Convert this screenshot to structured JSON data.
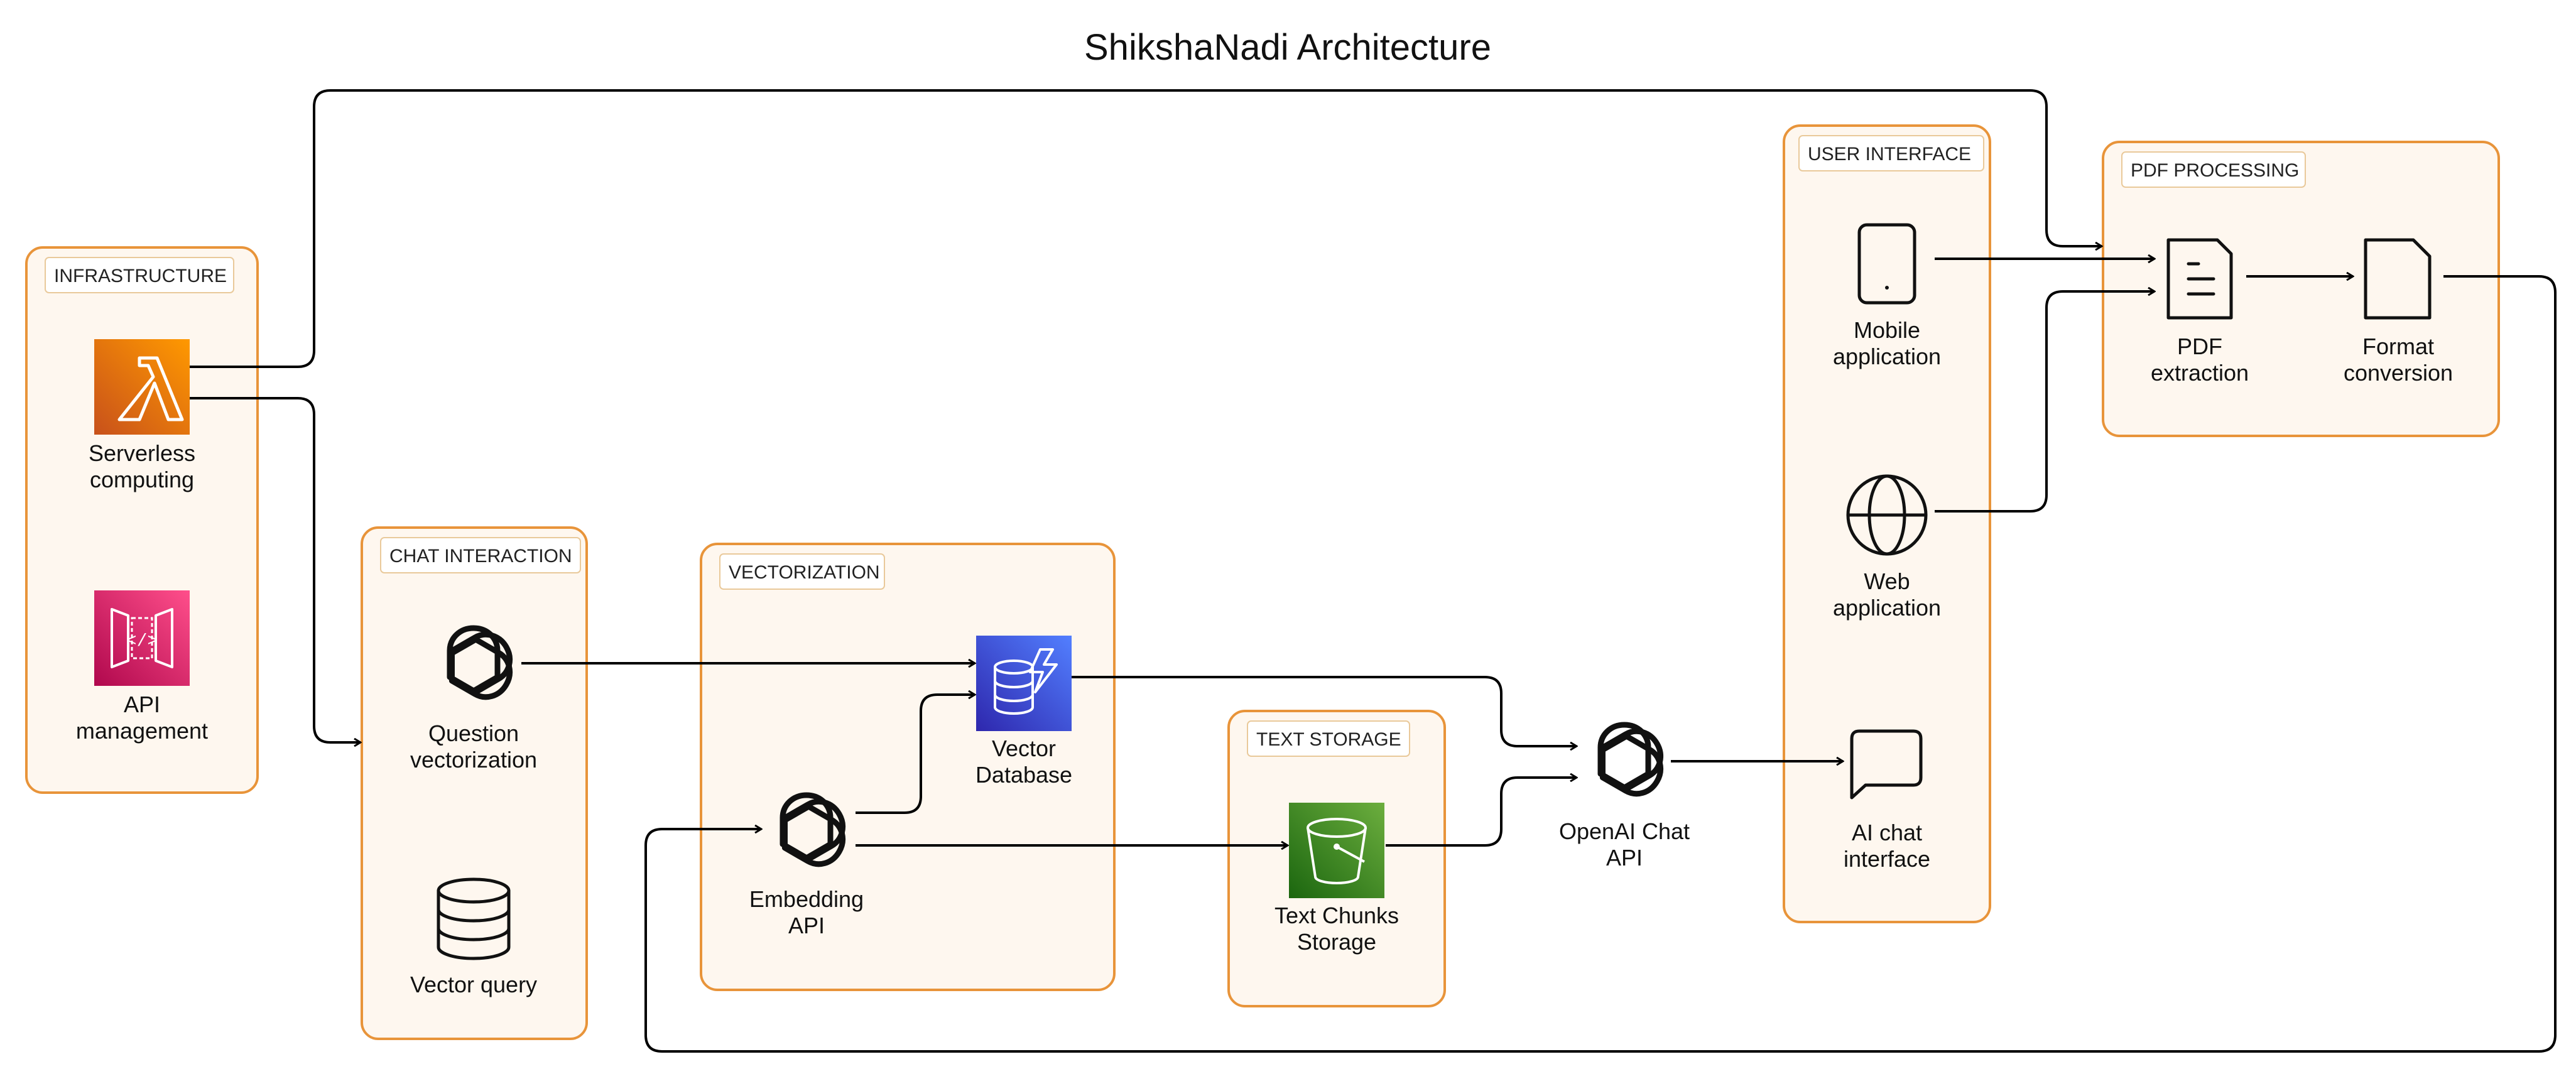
{
  "title": "ShikshaNadi Architecture",
  "groups": {
    "infrastructure": "INFRASTRUCTURE",
    "chat_interaction": "CHAT INTERACTION",
    "vectorization": "VECTORIZATION",
    "text_storage": "TEXT STORAGE",
    "user_interface": "USER INTERFACE",
    "pdf_processing": "PDF PROCESSING"
  },
  "nodes": {
    "serverless": [
      "Serverless",
      "computing"
    ],
    "api_management": [
      "API",
      "management"
    ],
    "question_vectorization": [
      "Question",
      "vectorization"
    ],
    "vector_query": [
      "Vector query"
    ],
    "embedding_api": [
      "Embedding",
      "API"
    ],
    "vector_database": [
      "Vector",
      "Database"
    ],
    "text_chunks": [
      "Text Chunks",
      "Storage"
    ],
    "openai_chat": [
      "OpenAI Chat",
      "API"
    ],
    "mobile_app": [
      "Mobile",
      "application"
    ],
    "web_app": [
      "Web",
      "application"
    ],
    "ai_chat": [
      "AI chat",
      "interface"
    ],
    "pdf_extraction": [
      "PDF",
      "extraction"
    ],
    "format_conversion": [
      "Format",
      "conversion"
    ]
  },
  "icons": {
    "serverless": "lambda-icon",
    "api_management": "api-gateway-icon",
    "question_vectorization": "openai-icon",
    "vector_query": "database-icon",
    "embedding_api": "openai-icon",
    "vector_database": "dynamodb-icon",
    "text_chunks": "s3-bucket-icon",
    "openai_chat": "openai-icon",
    "mobile_app": "mobile-device-icon",
    "web_app": "globe-icon",
    "ai_chat": "chat-bubble-icon",
    "pdf_extraction": "document-icon",
    "format_conversion": "file-icon"
  },
  "colors": {
    "group_fill": "#fef7ef",
    "group_border": "#e8943a",
    "lambda_orange": "#e8750f",
    "api_pink": "#d6336c",
    "dynamodb_blue": "#3b48cc",
    "s3_green": "#3f8624"
  }
}
